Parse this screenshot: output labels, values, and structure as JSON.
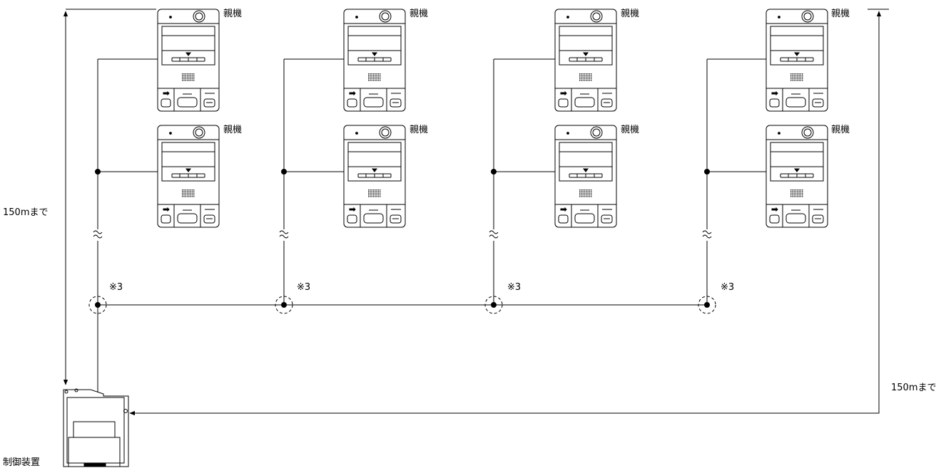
{
  "labels": {
    "master_unit": "親機",
    "distance_limit": "150mまで",
    "note_mark": "※3",
    "control_unit": "制御装置"
  },
  "colors": {
    "line": "#000000",
    "background": "#ffffff"
  }
}
